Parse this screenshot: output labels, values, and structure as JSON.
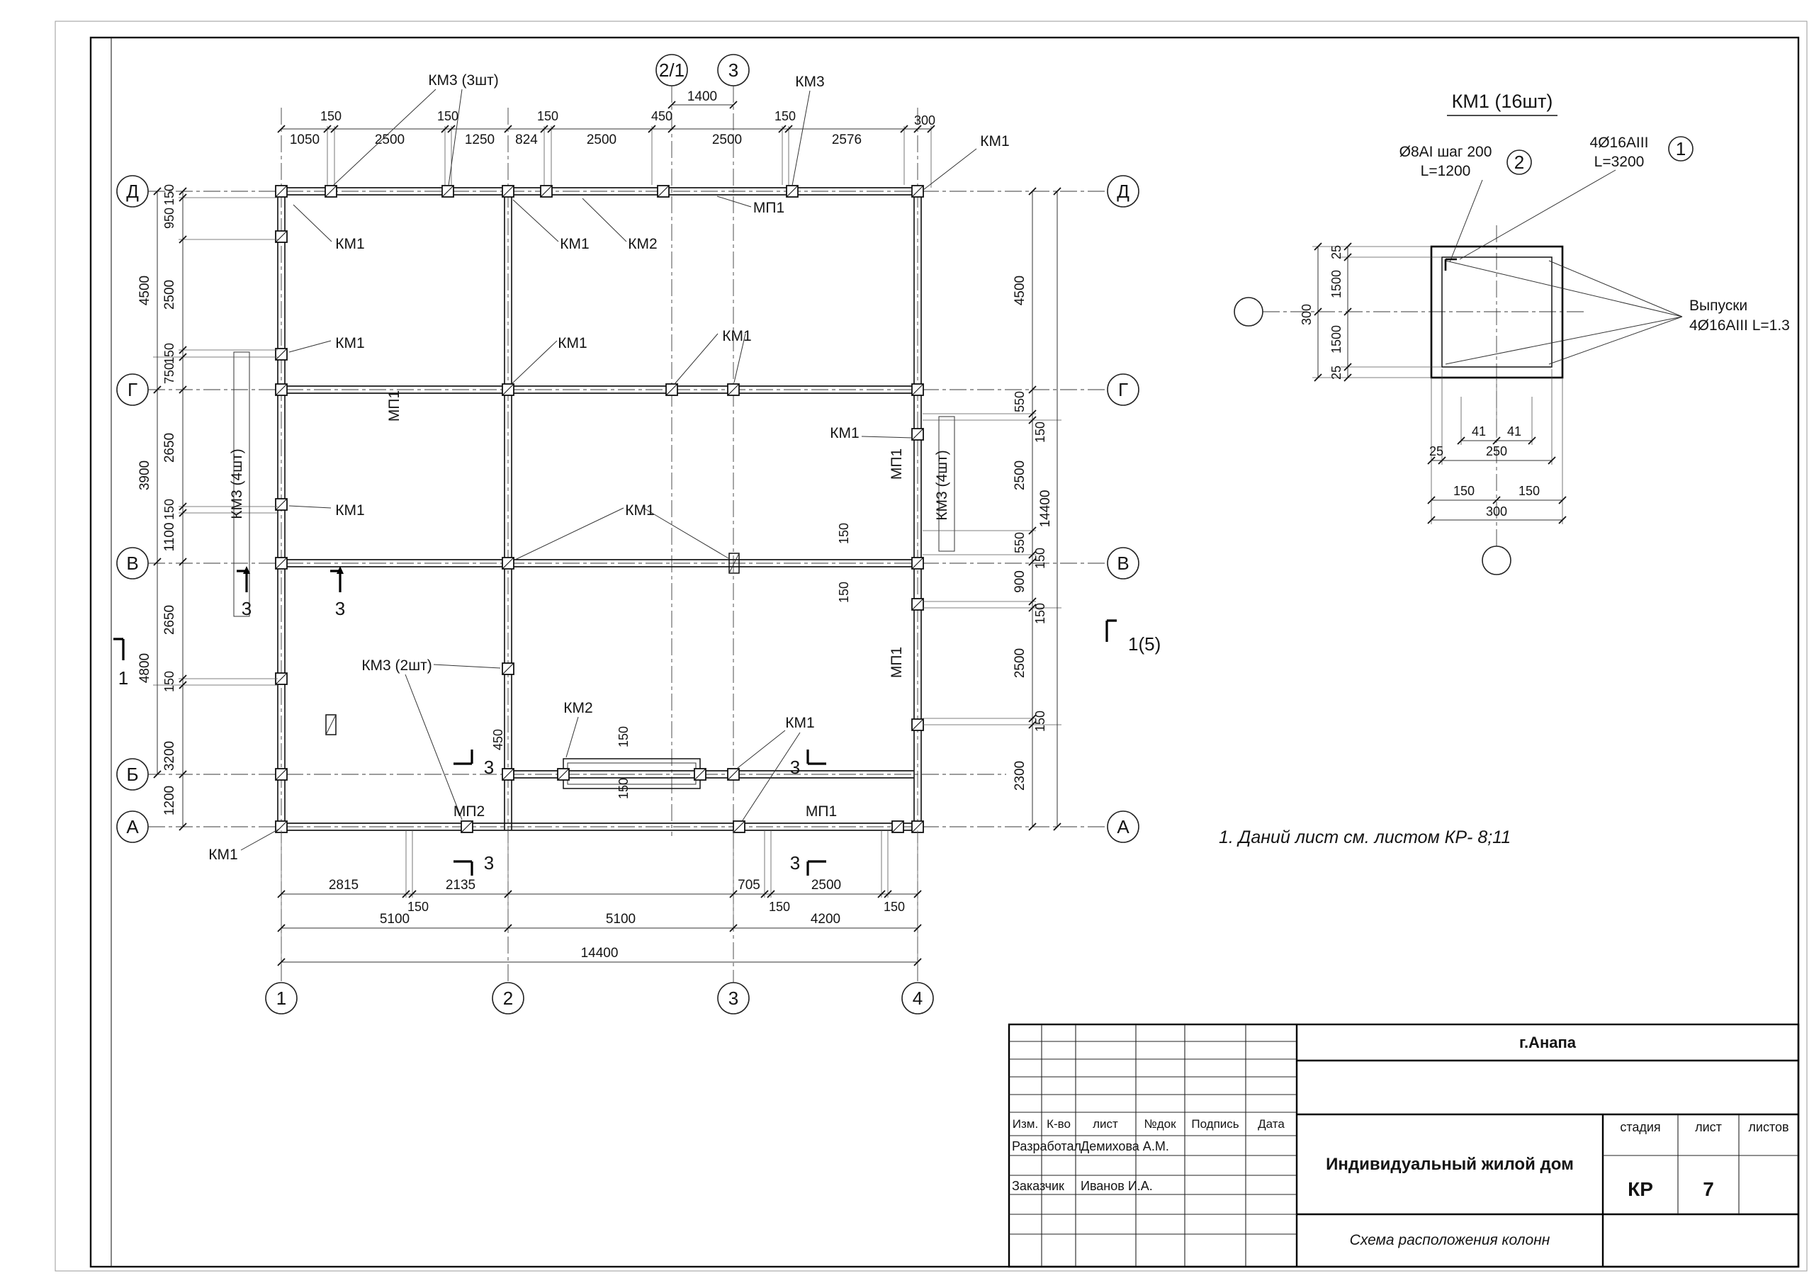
{
  "plan": {
    "bubbles": {
      "left": [
        "Д",
        "Г",
        "В",
        "Б",
        "А"
      ],
      "right": [
        "Д",
        "Г",
        "В",
        "А"
      ],
      "bottom": [
        "1",
        "2",
        "3",
        "4"
      ],
      "top": [
        "2/1",
        "3"
      ]
    },
    "top": {
      "labels": [
        "КМ3 (3шт)",
        "КМ3",
        "КМ1",
        "МП1"
      ],
      "dims_small": [
        "150",
        "150",
        "150",
        "450",
        "150",
        "300"
      ],
      "dims_main": [
        "1050",
        "2500",
        "1250",
        "824",
        "2500",
        "2500",
        "2576"
      ],
      "dim_1400": "1400"
    },
    "left": {
      "dims_inner": [
        "150",
        "950",
        "2500",
        "150",
        "750",
        "2650",
        "150",
        "1100",
        "2650",
        "150",
        "3200",
        "1200"
      ],
      "dims_outer": [
        "4500",
        "3900",
        "4800"
      ],
      "km3_label": "КМ3 (4шт)"
    },
    "right": {
      "dims_inner": [
        "4500",
        "550",
        "150",
        "2500",
        "550",
        "150",
        "900",
        "150",
        "2500",
        "150",
        "2300"
      ],
      "dim_total": "14400",
      "km1_label": "КМ1",
      "mp1_upper": "МП1",
      "mp1_lower": "МП1",
      "km3_label": "КМ3 (4шт)"
    },
    "bottom": {
      "dims_sub": [
        "2815",
        "150",
        "2135",
        "705",
        "150",
        "2500",
        "150"
      ],
      "dims_axes": [
        "5100",
        "5100",
        "4200"
      ],
      "dim_total": "14400"
    },
    "inner": {
      "labels": [
        "КМ1",
        "КМ1",
        "КМ2",
        "КМ1",
        "КМ1",
        "КМ1",
        "МП1",
        "КМ1",
        "КМ1",
        "КМ3 (2шт)",
        "КМ2",
        "КМ1",
        "МП2",
        "МП1",
        "КМ1"
      ],
      "dims": [
        "450",
        "150",
        "150",
        "150",
        "150"
      ]
    },
    "sections": [
      "3",
      "3",
      "3",
      "3",
      "3",
      "3",
      "1",
      "1(5)"
    ]
  },
  "detail": {
    "title": "КМ1 (16шт)",
    "stirrup": [
      "Ø8АI шаг 200",
      "L=1200"
    ],
    "bars": [
      "4Ø16АIII",
      "L=3200"
    ],
    "vypuski": [
      "Выпуски",
      "4Ø16АIII L=1.3"
    ],
    "bubble1": "1",
    "bubble2": "2",
    "dims_left": [
      "25",
      "1500",
      "300",
      "1500",
      "25"
    ],
    "dims_bottom": [
      "41",
      "41",
      "25",
      "250",
      "150",
      "150",
      "300"
    ]
  },
  "note": "1. Даний лист  см. листом КР- 8;11",
  "titleblock": {
    "city": "г.Анапа",
    "project": "Индивидуальный жилой дом",
    "drawing_title": "Схема расположения колонн",
    "headers": [
      "Изм.",
      "К-во",
      "лист",
      "№док",
      "Подпись",
      "Дата"
    ],
    "stage_label": "стадия",
    "sheet_label": "лист",
    "sheets_label": "листов",
    "stage": "КР",
    "sheet_no": "7",
    "developed_label": "Разработал",
    "developed_name": "Демихова А.М.",
    "customer_label": "Заказчик",
    "customer_name": "Иванов И.А."
  }
}
